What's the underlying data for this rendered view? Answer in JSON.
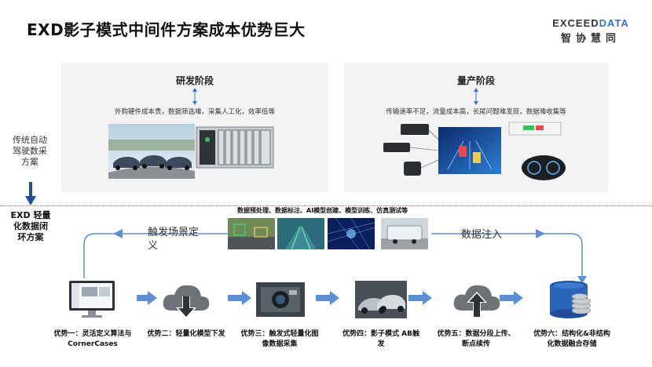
{
  "title": "EXD影子模式中间件方案成本优势巨大",
  "logo": {
    "en_prefix": "EXCEED",
    "en_suffix": "DATA",
    "cn": "智协慧同"
  },
  "stages": [
    {
      "title": "研发阶段",
      "desc": "外购硬件成本贵，数据筛选难，采集人工化，效率低等"
    },
    {
      "title": "量产阶段",
      "desc": "传输速率不足，流量成本高，长尾问题难发现，数据难收集等"
    }
  ],
  "left_labels": {
    "traditional": "传统自动驾驶数采方案",
    "exd": "EXD 轻量化数据闭环方案"
  },
  "flow": {
    "top_caption": "数据预处理、数据标注、AI模型创建、模型训练、仿真测试等",
    "trigger_label": "触发场景定义",
    "inject_label": "数据注入"
  },
  "steps": [
    {
      "label": "优势一：灵活定义算法与CornerCases",
      "icon": "monitor-icon"
    },
    {
      "label": "优势二：轻量化模型下发",
      "icon": "cloud-download-icon"
    },
    {
      "label": "优势三：触发式轻量化图像数据采集",
      "icon": "camera-icon"
    },
    {
      "label": "优势四：影子模式 AB触发",
      "icon": "cars-icon"
    },
    {
      "label": "优势五：数据分段上传、断点续传",
      "icon": "cloud-upload-icon"
    },
    {
      "label": "优势六：结构化&非结构化数据融合存储",
      "icon": "database-icon"
    }
  ],
  "colors": {
    "accent": "#5b8fd6",
    "blue_dark": "#1f4f9a",
    "dotted": "#d06a6a"
  }
}
